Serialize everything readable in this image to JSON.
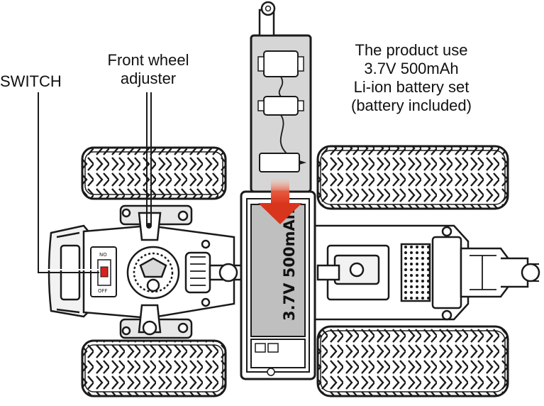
{
  "labels": {
    "switch": "SWITCH",
    "front_wheel": [
      "Front wheel",
      "adjuster"
    ],
    "product": [
      "The product use",
      "3.7V 500mAh",
      "Li-ion battery set",
      "(battery included)"
    ]
  },
  "switch_panel": {
    "on": "NO",
    "off": "OFF"
  },
  "battery_label": "3.7V 500mAh",
  "colors": {
    "line": "#1a1a1a",
    "body_gray": "#d9d9d9",
    "battery_gray": "#bfbfbf",
    "arrow_red": "#e03a1e",
    "switch_red": "#d9221e"
  }
}
